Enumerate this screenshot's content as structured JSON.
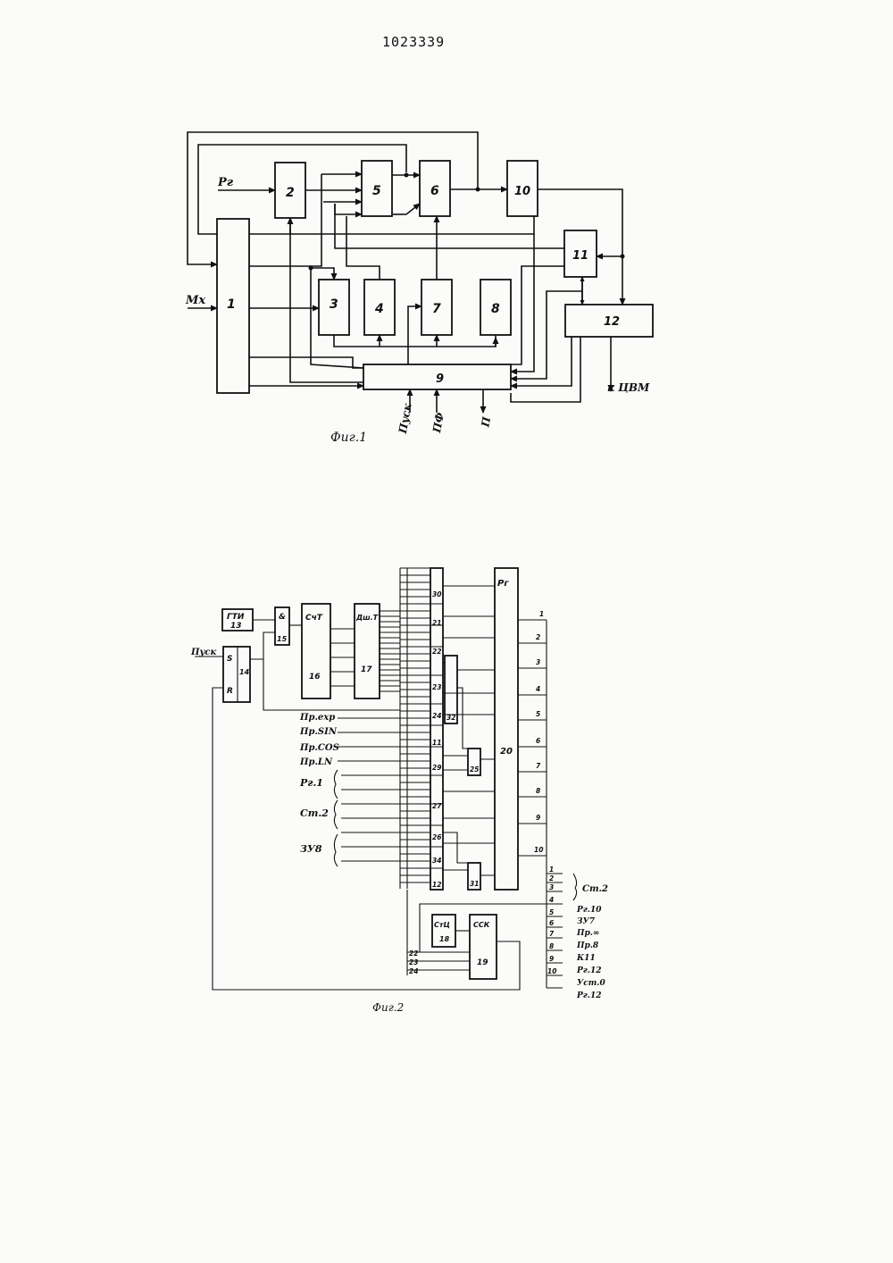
{
  "document": {
    "patent_number": "1023339",
    "fig1": {
      "caption": "Фиг.1",
      "blocks": [
        {
          "id": "b1",
          "label": "1"
        },
        {
          "id": "b2",
          "label": "2"
        },
        {
          "id": "b3",
          "label": "3"
        },
        {
          "id": "b4",
          "label": "4"
        },
        {
          "id": "b5",
          "label": "5"
        },
        {
          "id": "b6",
          "label": "6"
        },
        {
          "id": "b7",
          "label": "7"
        },
        {
          "id": "b8",
          "label": "8"
        },
        {
          "id": "b9",
          "label": "9"
        },
        {
          "id": "b10",
          "label": "10"
        },
        {
          "id": "b11",
          "label": "11"
        },
        {
          "id": "b12",
          "label": "12"
        }
      ],
      "signals": {
        "rg": "Рг",
        "mx": "Мх",
        "pusk": "Пуск",
        "pf": "ПФ",
        "p": "П",
        "cvm": "к ЦВМ"
      }
    },
    "fig2": {
      "caption": "Фиг.2",
      "blocks": {
        "gti": "ГТИ",
        "gti_num": "13",
        "b14": "14",
        "b15": "15",
        "and_sym": "&",
        "s_pin": "S",
        "r_pin": "R",
        "sch": "СчТ",
        "sch_num": "16",
        "dsh": "Дш.Т",
        "dsh_num": "17",
        "rg": "Рг",
        "rg_num": "20",
        "stc": "СтЦ",
        "stc_num": "18",
        "ssk": "ССК",
        "ssk_num": "19"
      },
      "gates": [
        "30",
        "21",
        "22",
        "23",
        "24",
        "11",
        "29",
        "27",
        "26",
        "34",
        "12"
      ],
      "or_gates": [
        "32",
        "25",
        "31"
      ],
      "inputs": {
        "pusk": "Пуск",
        "pr_exp": "Пр.exp",
        "pr_sin": "Пр.SIN",
        "pr_cos": "Пр.COS",
        "pr_ln": "Пр.LN",
        "rg1": "Рг.1",
        "st2": "Ст.2",
        "zu8": "ЗУ8"
      },
      "outputs": [
        "Ст.2",
        "Рг.10",
        "ЗУ7",
        "Пр.∞",
        "Пр.8",
        "К11",
        "Рг.12",
        "Уст.0",
        "Рг.12"
      ],
      "output_numbers": [
        "1",
        "2",
        "3",
        "4",
        "5",
        "6",
        "7",
        "8",
        "9",
        "10"
      ]
    }
  }
}
